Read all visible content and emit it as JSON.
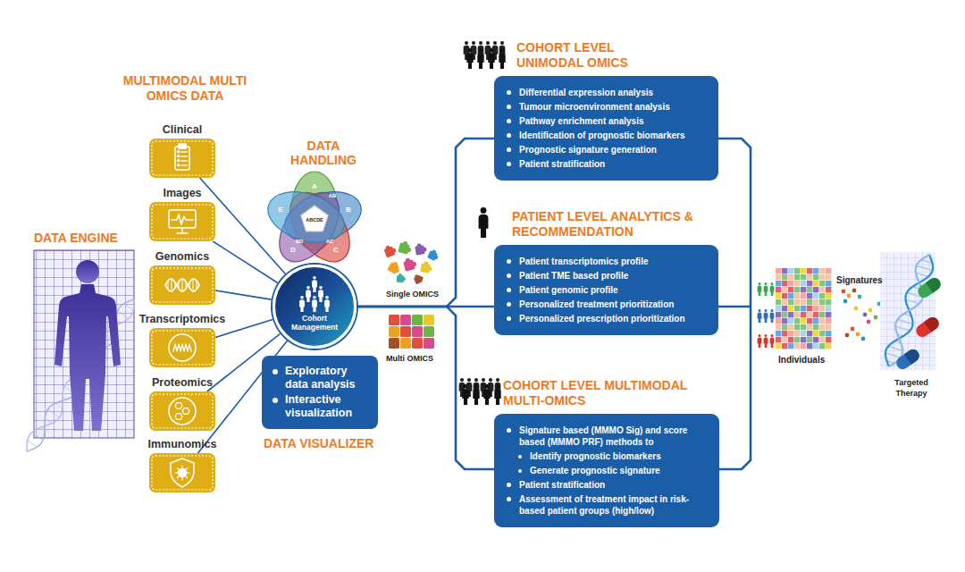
{
  "diagram": {
    "nodes": [
      {
        "text": [
          "Clinical"
        ]
      },
      {
        "text": [
          "Images"
        ]
      },
      {
        "text": [
          "Genomics"
        ]
      },
      {
        "text": [
          "Transcriptomics"
        ]
      },
      {
        "text": [
          "Proteomics"
        ]
      },
      {
        "text": [
          "Immunomics"
        ]
      },
      {
        "text": [
          "Cohort Management"
        ]
      },
      {
        "text": [
          "Exploratory data analysis",
          "Interactive visualization",
          "DATA VISUALIZER"
        ]
      },
      {
        "text": [
          "COHORT LEVEL UNIMODAL OMICS",
          "Differential expression analysis",
          "Tumour microenvironment analysis",
          "Pathway enrichment analysis",
          "Identification of prognostic biomarkers",
          "Prognostic signature generation",
          "Patient stratification"
        ]
      },
      {
        "text": [
          "PATIENT LEVEL ANALYTICS & RECOMMENDATION",
          "Patient transcriptomics profile",
          "Patient TME based profile",
          "Patient genomic profile",
          "Personalized treatment prioritization",
          "Personalized prescription prioritization"
        ]
      },
      {
        "text": [
          "COHORT LEVEL MULTIMODAL MULTI-OMICS",
          "Signature based (MMMO Sig) and score based (MMMO PRF) methods to",
          "Identify prognostic biomarkers",
          "Generate prognostic signature",
          "Patient stratification",
          "Assessment of treatment impact in risk-based patient groups (high/low)"
        ]
      }
    ],
    "edges": [
      {
        "from": 0,
        "to": 6,
        "arrow": "none"
      },
      {
        "from": 1,
        "to": 6,
        "arrow": "none"
      },
      {
        "from": 2,
        "to": 6,
        "arrow": "none"
      },
      {
        "from": 3,
        "to": 6,
        "arrow": "none"
      },
      {
        "from": 4,
        "to": 6,
        "arrow": "none"
      },
      {
        "from": 5,
        "to": 6,
        "arrow": "none"
      },
      {
        "from": 6,
        "to": 8,
        "arrow": "none"
      },
      {
        "from": 6,
        "to": 9,
        "arrow": "none"
      },
      {
        "from": 6,
        "to": 10,
        "arrow": "none"
      }
    ],
    "labels": [
      "DATA ENGINE",
      "MULTIMODAL MULTI OMICS DATA",
      "DATA HANDLING",
      "A",
      "B",
      "C",
      "D",
      "E",
      "AB",
      "AC",
      "BD",
      "ABCDE",
      "Single OMICS",
      "Multi OMICS",
      "Signatures",
      "Individuals",
      "Targeted Therapy"
    ]
  }
}
